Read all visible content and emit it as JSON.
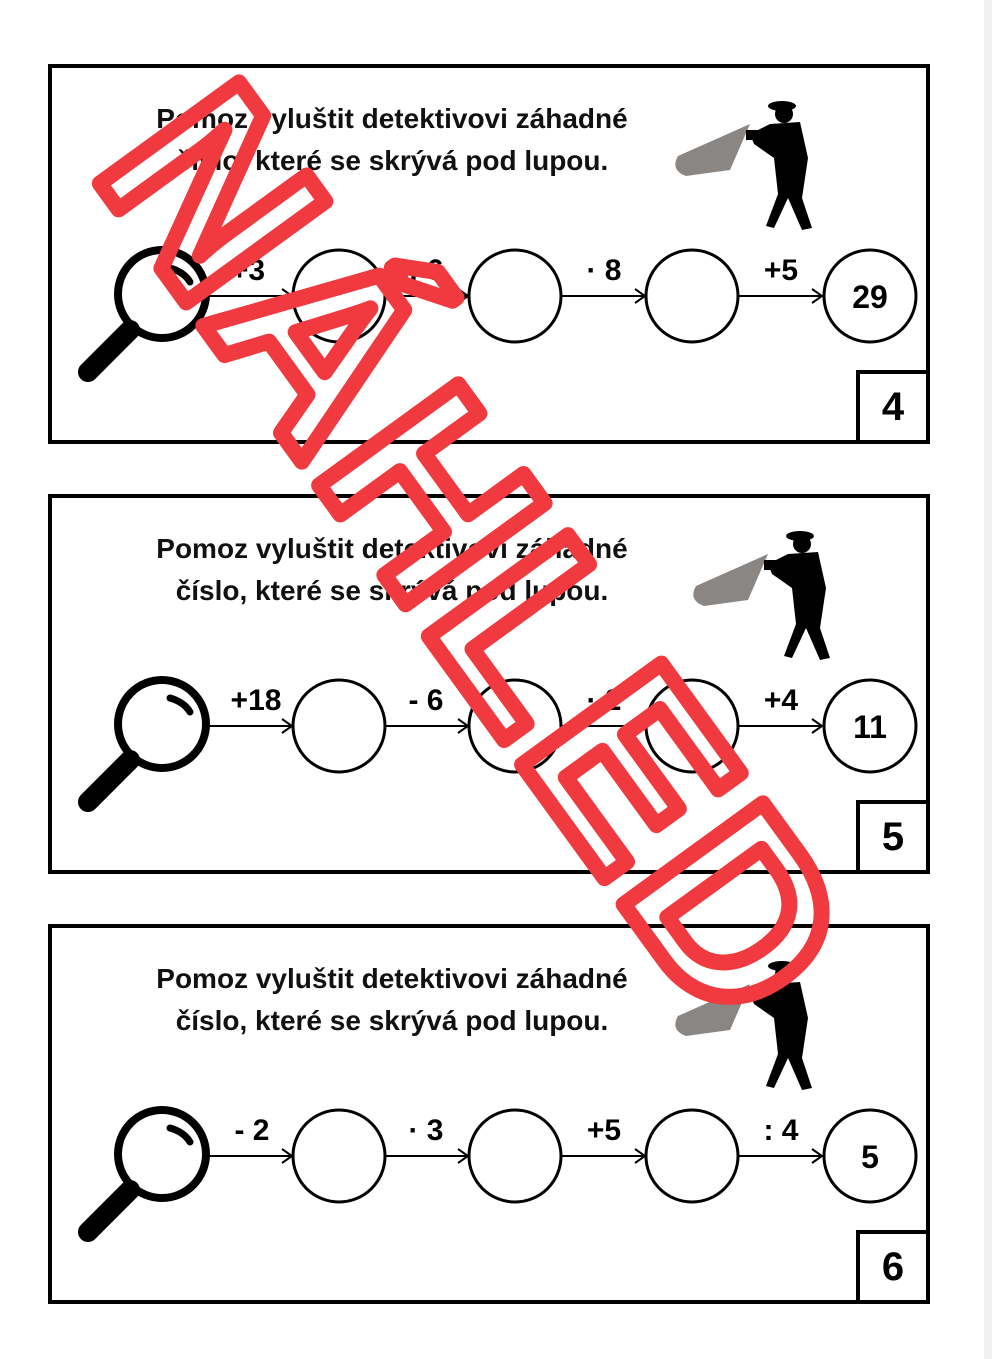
{
  "instruction": [
    "Pomoz vyluštit detektivovi záhadné",
    "číslo, které se skrývá pod lupou."
  ],
  "cards": [
    {
      "number": "4",
      "ops": [
        "+3",
        ": 6",
        "· 8",
        "+5"
      ],
      "result": "29"
    },
    {
      "number": "5",
      "ops": [
        "+18",
        "- 6",
        "· 2",
        "+4"
      ],
      "result": "11"
    },
    {
      "number": "6",
      "ops": [
        "- 2",
        "· 3",
        "+5",
        ": 4"
      ],
      "result": "5"
    }
  ],
  "watermark": "NÁHLED",
  "colors": {
    "watermark": "#f03a3f",
    "ink": "#000000",
    "flashlight_beam": "#8a8684"
  },
  "icons": [
    "magnifier-icon",
    "detective-icon"
  ]
}
